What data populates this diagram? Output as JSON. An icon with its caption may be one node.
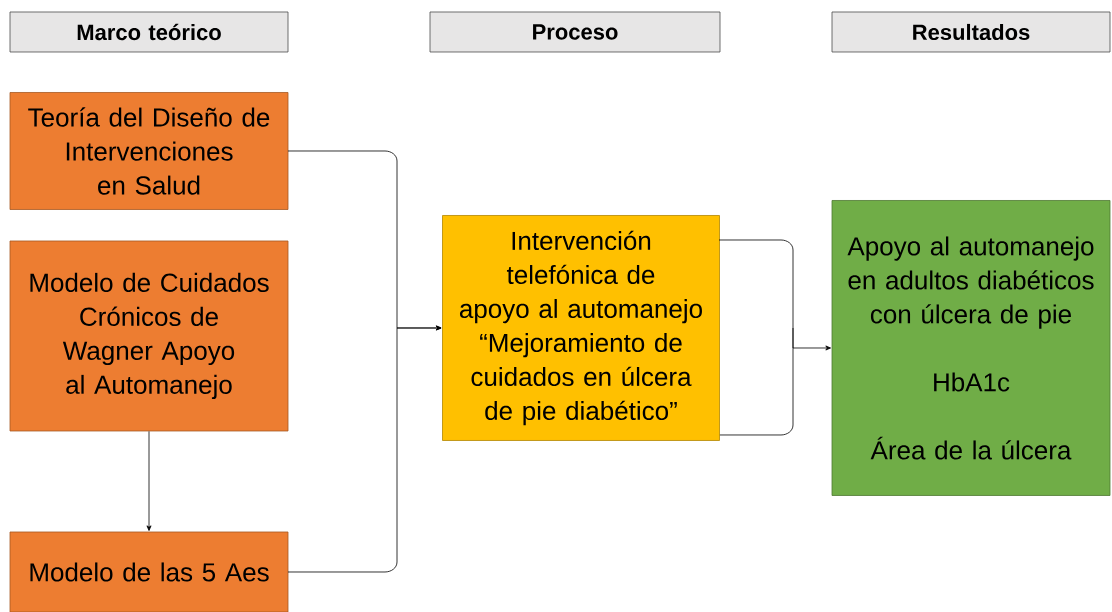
{
  "diagram": {
    "nodes": [
      {
        "text": [
          "Marco teórico"
        ]
      },
      {
        "text": [
          "Proceso"
        ]
      },
      {
        "text": [
          "Resultados"
        ]
      },
      {
        "text": [
          "Teoría del Diseño de Intervenciones en Salud"
        ]
      },
      {
        "text": [
          "Modelo de Cuidados Crónicos de Wagner Apoyo al Automanejo"
        ]
      },
      {
        "text": [
          "Modelo de las 5 Aes"
        ]
      },
      {
        "text": [
          "Intervención telefónica de apoyo al automanejo “Mejoramiento de cuidados en úlcera de pie diabético”"
        ]
      },
      {
        "text": [
          "Apoyo al automanejo en adultos diabéticos con úlcera de pie",
          "HbA1c",
          "Área de la úlcera"
        ]
      }
    ],
    "edges": [
      {
        "from": 4,
        "to": 5,
        "arrow": "to"
      },
      {
        "from": 3,
        "to": 6,
        "arrow": "to"
      },
      {
        "from": 5,
        "to": 6,
        "arrow": "to"
      },
      {
        "from": 6,
        "to": 7,
        "arrow": "to"
      }
    ]
  }
}
